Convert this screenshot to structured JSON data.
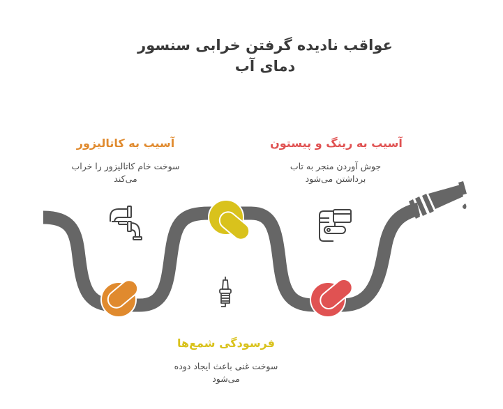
{
  "title": {
    "line1": "عواقب نادیده گرفتن خرابی سنسور",
    "line2": "دمای آب"
  },
  "items": [
    {
      "heading": "آسیب به رینگ و پیستون",
      "desc_line1": "جوش آوردن منجر به تاب",
      "desc_line2": "برداشتن می‌شود",
      "color": "#e05252",
      "icon": "door-lock-icon"
    },
    {
      "heading": "آسیب به کاتالیزور",
      "desc_line1": "سوخت خام کاتالیزور را خراب",
      "desc_line2": "می‌کند",
      "color": "#e08a2e",
      "icon": "pipe-icon"
    },
    {
      "heading": "فرسودگی شمع‌ها",
      "desc_line1": "سوخت غنی باعث ایجاد دوده",
      "desc_line2": "می‌شود",
      "color": "#d9c21c",
      "icon": "spark-plug-icon"
    }
  ],
  "colors": {
    "hose": "#666666",
    "text": "#3a3a3a",
    "red": "#e05252",
    "orange": "#e08a2e",
    "yellow": "#d9c21c"
  }
}
